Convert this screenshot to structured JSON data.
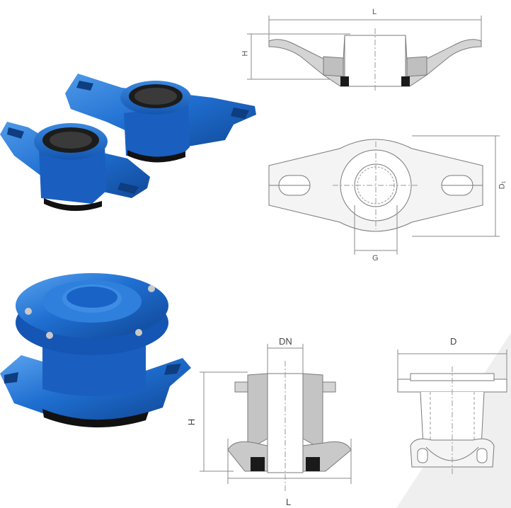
{
  "colors": {
    "product_blue": "#1f6fd1",
    "product_blue_dark": "#124a9a",
    "product_blue_light": "#4f9ae8",
    "drawing_line": "#8a8a8a",
    "drawing_fill": "#c9c9c9",
    "drawing_dark": "#1a1a1a",
    "background_band": "#efefef"
  },
  "drawings": {
    "side_view": {
      "dim_length": "L",
      "dim_height": "H"
    },
    "top_view": {
      "dim_width": "D₁",
      "dim_thread": "G"
    },
    "flange_section": {
      "dim_nominal": "DN",
      "dim_height": "H",
      "dim_length": "L"
    },
    "flange_side": {
      "dim_diameter": "D"
    }
  }
}
